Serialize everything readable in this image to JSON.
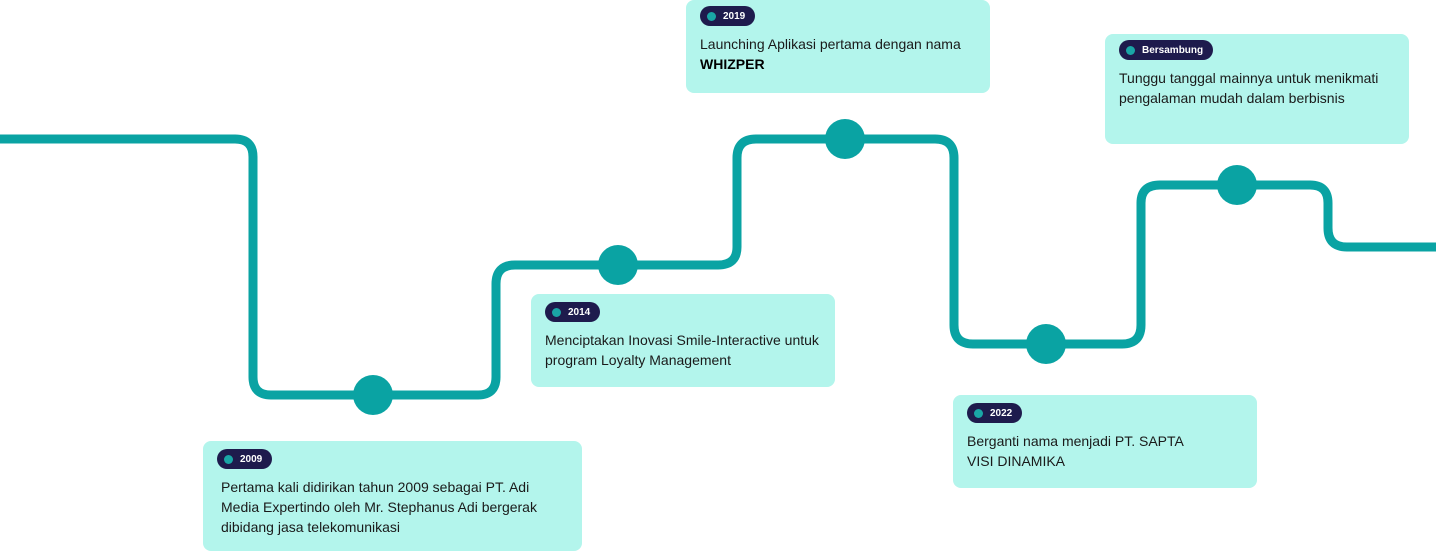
{
  "colors": {
    "line": "#0aa3a3",
    "card_background": "#b3f5ec",
    "badge_background": "#1e1b4d",
    "badge_dot": "#1aa6a6"
  },
  "milestones": [
    {
      "badge": "2009",
      "text": "Pertama kali didirikan tahun 2009 sebagai PT. Adi Media Expertindo oleh Mr. Stephanus Adi bergerak dibidang jasa telekomunikasi"
    },
    {
      "badge": "2014",
      "text": "Menciptakan Inovasi Smile-Interactive untuk program Loyalty Management"
    },
    {
      "badge": "2019",
      "text_prefix": "Launching Aplikasi pertama dengan nama",
      "text_bold": "WHIZPER"
    },
    {
      "badge": "2022",
      "text": "Berganti nama menjadi PT. SAPTA VISI DINAMIKA"
    },
    {
      "badge": "Bersambung",
      "text": "Tunggu tanggal mainnya untuk menikmati pengalaman mudah dalam berbisnis"
    }
  ]
}
